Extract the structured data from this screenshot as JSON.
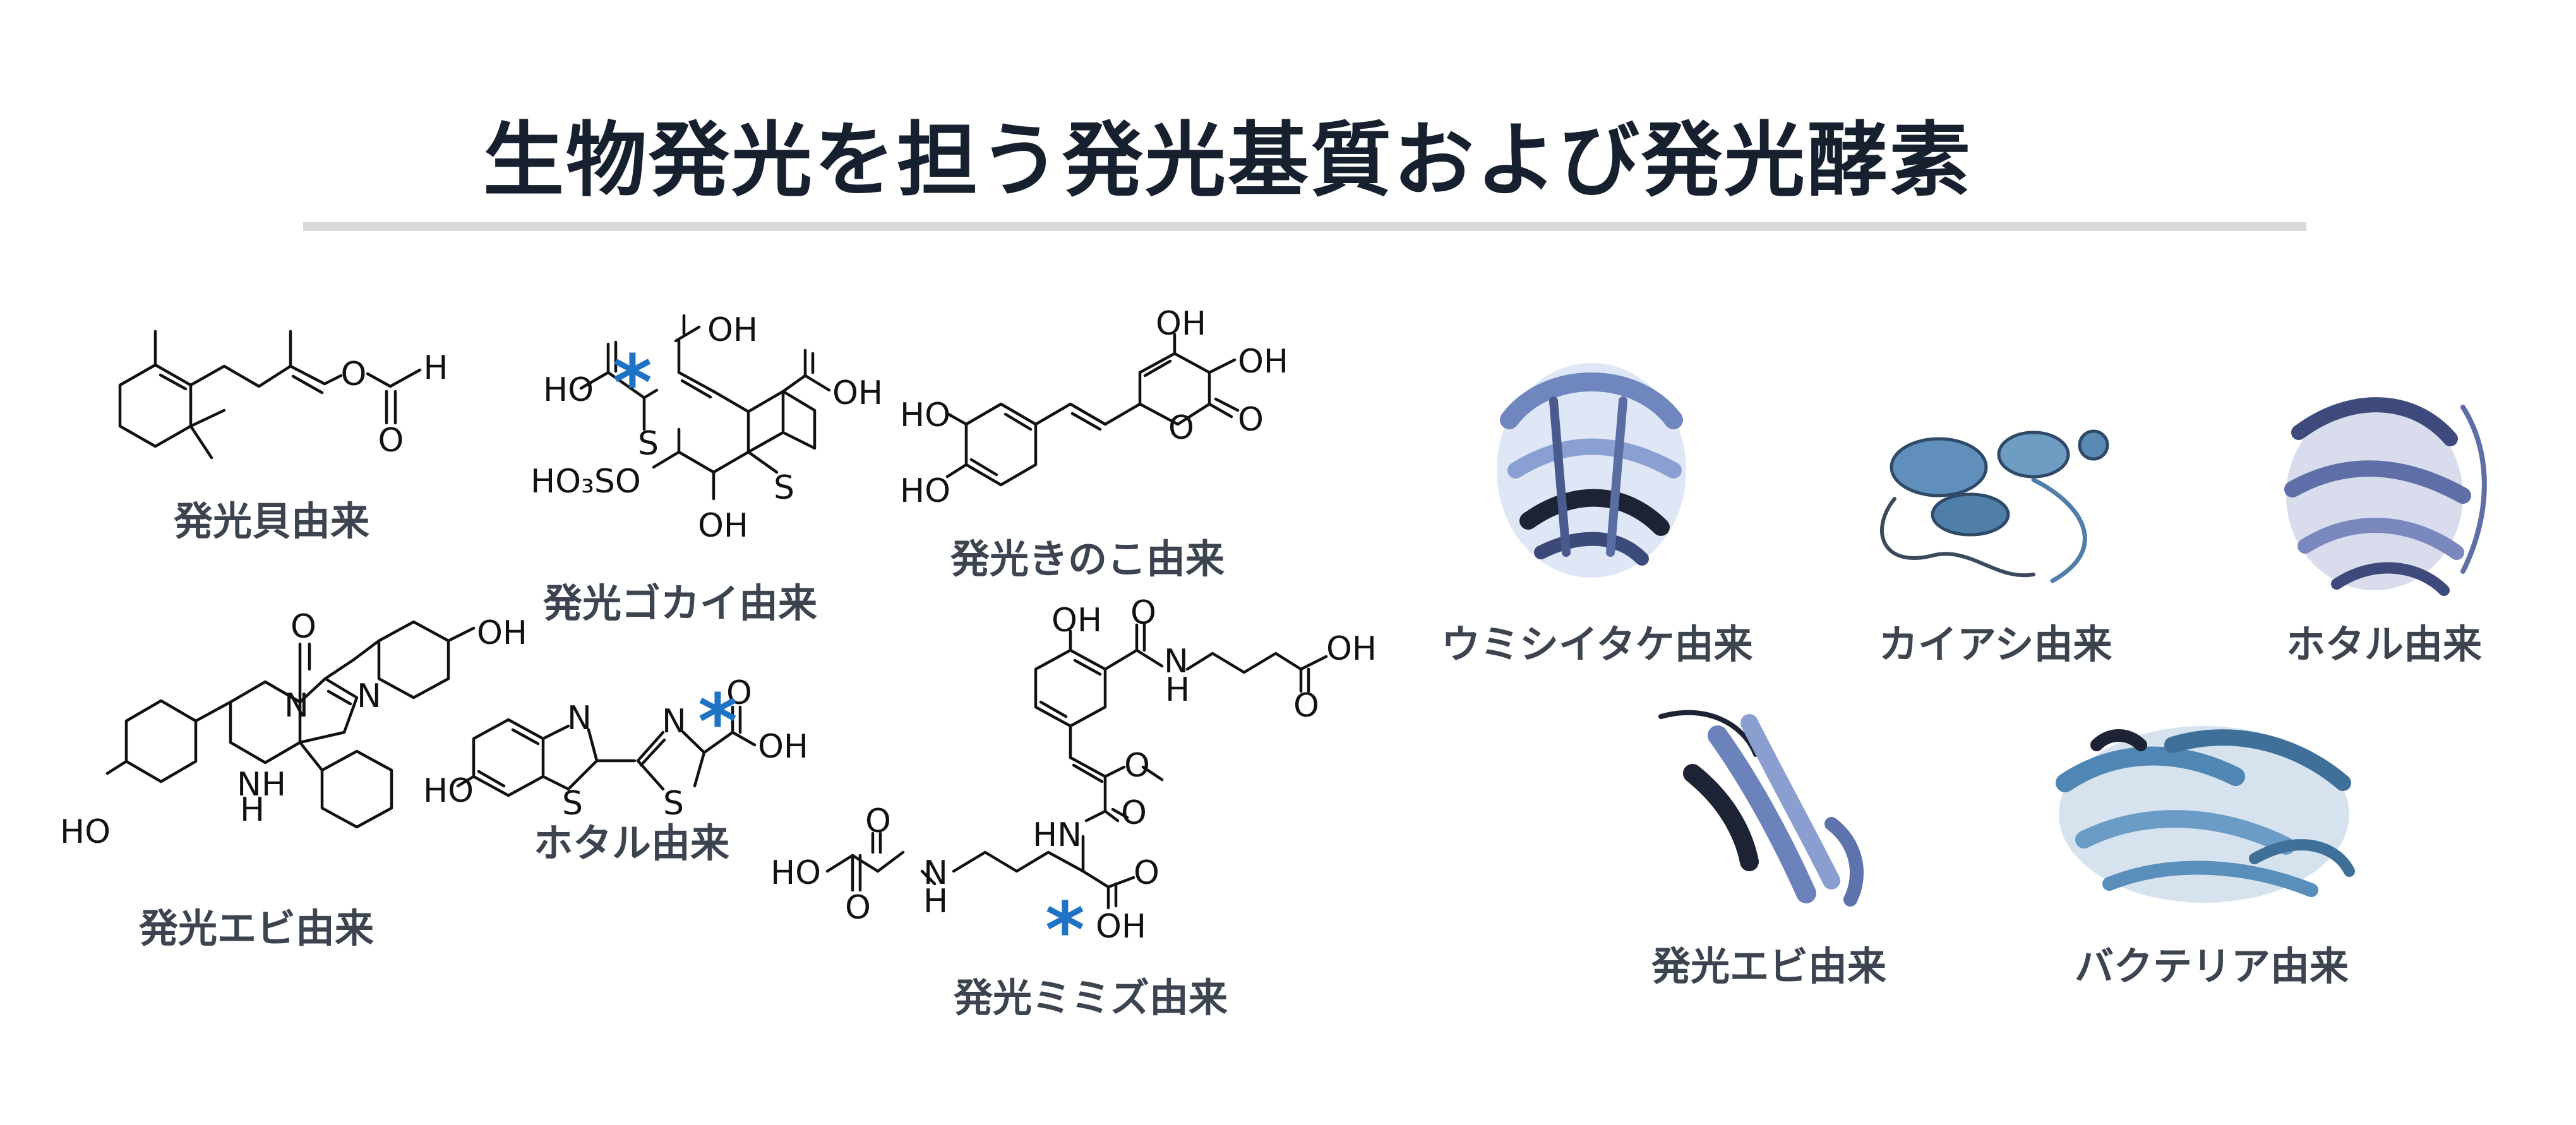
{
  "title": "生物発光を担う発光基質および発光酵素",
  "substrates": {
    "shellfish": {
      "label": "発光貝由来",
      "atoms": {
        "o1": "O",
        "h1": "H",
        "o2": "O"
      }
    },
    "polychaete": {
      "label": "発光ゴカイ由来",
      "atoms": {
        "oh_top": "OH",
        "hooc": "HO",
        "oh_right": "OH",
        "s1": "S",
        "s2": "S",
        "so3": "HO₃SO",
        "oh_bottom": "OH"
      }
    },
    "mushroom": {
      "label": "発光きのこ由来",
      "atoms": {
        "oh1": "OH",
        "oh2": "OH",
        "ho1": "HO",
        "ho2": "HO",
        "o_ring": "O",
        "o_keto": "O"
      }
    },
    "shrimp": {
      "label": "発光エビ由来",
      "atoms": {
        "o": "O",
        "oh": "OH",
        "ho": "HO",
        "n1": "N",
        "n2": "N",
        "nh": "NH",
        "h": "H"
      }
    },
    "firefly": {
      "label": "ホタル由来",
      "atoms": {
        "ho": "HO",
        "n1": "N",
        "n2": "N",
        "s1": "S",
        "s2": "S",
        "o": "O",
        "oh": "OH"
      }
    },
    "earthworm": {
      "label": "発光ミミズ由来",
      "atoms": {
        "oh_top": "OH",
        "o1": "O",
        "n_amide": "N",
        "h_amide": "H",
        "o2": "O",
        "oh_right": "OH",
        "ome": "O",
        "hn": "HN",
        "o3": "O",
        "ho_left": "HO",
        "o4": "O",
        "o5": "O",
        "n_lys": "N",
        "h_lys": "H",
        "o6": "O",
        "oh_bottom": "OH"
      }
    },
    "asterisk": "*",
    "accent_color": "#1f73c4"
  },
  "enzymes": [
    {
      "label": "ウミシイタケ由来",
      "color": "#6f86bf"
    },
    {
      "label": "カイアシ由来",
      "color": "#4f7fa8"
    },
    {
      "label": "ホタル由来",
      "color": "#5f6ea6"
    },
    {
      "label": "発光エビ由来",
      "color": "#6b82bb"
    },
    {
      "label": "バクテリア由来",
      "color": "#4f86b4"
    }
  ]
}
